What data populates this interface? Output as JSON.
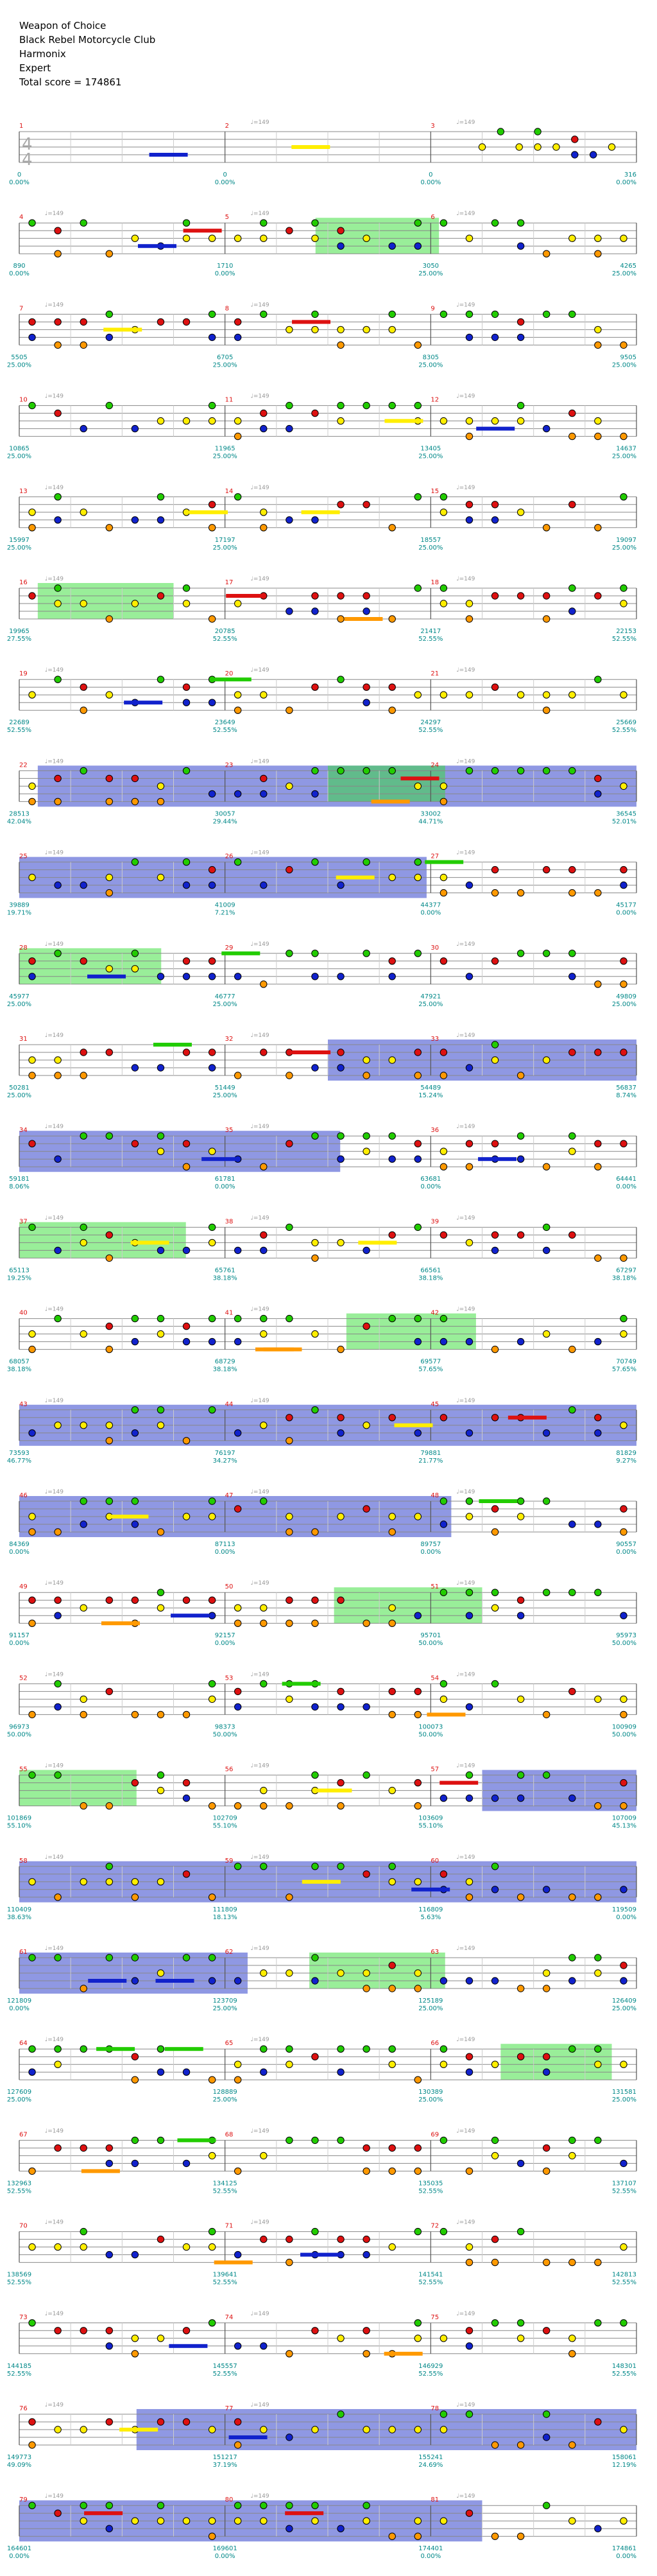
{
  "header": {
    "song": "Weapon of Choice",
    "artist": "Black Rebel Motorcycle Club",
    "game": "Harmonix",
    "difficulty": "Expert",
    "total_score": "Total score = 174861"
  },
  "time_signature": {
    "top": "4",
    "bottom": "4"
  },
  "tempo_label": "♩=149",
  "colors": {
    "green": "#22cc00",
    "red": "#dd1111",
    "yellow": "#ffee00",
    "blue": "#1122cc",
    "orange": "#ff9900",
    "overdrive": "#33dd33",
    "solo": "#3344cc",
    "fill": "#ff8888",
    "score": "#008888",
    "staff": "#888888"
  },
  "rows": [
    {
      "measures": [
        1,
        2,
        3
      ],
      "end": [
        0,
        0,
        0,
        316
      ],
      "pct": [
        "0.00%",
        "0.00%",
        "0.00%",
        "0.00%"
      ],
      "od": null,
      "solo": null
    },
    {
      "measures": [
        4,
        5,
        6
      ],
      "end": [
        890,
        1710,
        3050,
        4265
      ],
      "pct": [
        "0.00%",
        "0.00%",
        "25.00%",
        "25.00%"
      ],
      "od": [
        0.48,
        0.68
      ],
      "solo": null
    },
    {
      "measures": [
        7,
        8,
        9
      ],
      "end": [
        5505,
        6705,
        8305,
        9505
      ],
      "pct": [
        "25.00%",
        "25.00%",
        "25.00%",
        "25.00%"
      ],
      "od": null,
      "solo": null
    },
    {
      "measures": [
        10,
        11,
        12
      ],
      "end": [
        10865,
        11965,
        13405,
        14637
      ],
      "pct": [
        "25.00%",
        "25.00%",
        "25.00%",
        "25.00%"
      ],
      "od": null,
      "solo": null
    },
    {
      "measures": [
        13,
        14,
        15
      ],
      "end": [
        15997,
        17197,
        18557,
        19097
      ],
      "pct": [
        "25.00%",
        "25.00%",
        "25.00%",
        "25.00%"
      ],
      "od": null,
      "solo": null
    },
    {
      "measures": [
        16,
        17,
        18
      ],
      "end": [
        19965,
        20785,
        21417,
        22153
      ],
      "pct": [
        "27.55%",
        "52.55%",
        "52.55%",
        "52.55%"
      ],
      "od": [
        0.03,
        0.25
      ],
      "solo": null
    },
    {
      "measures": [
        19,
        20,
        21
      ],
      "end": [
        22689,
        23649,
        24297,
        25669
      ],
      "pct": [
        "52.55%",
        "52.55%",
        "52.55%",
        "52.55%"
      ],
      "od": null,
      "solo": null
    },
    {
      "measures": [
        22,
        23,
        24
      ],
      "end": [
        28513,
        30057,
        33002,
        36545
      ],
      "pct": [
        "42.04%",
        "29.44%",
        "44.71%",
        "52.01%"
      ],
      "od": [
        0.5,
        0.69
      ],
      "solo": [
        0.03,
        1.0
      ]
    },
    {
      "measures": [
        25,
        26,
        27
      ],
      "end": [
        39889,
        41009,
        44377,
        45177
      ],
      "pct": [
        "19.71%",
        "7.21%",
        "0.00%",
        "0.00%"
      ],
      "od": null,
      "solo": [
        0.0,
        0.66
      ]
    },
    {
      "measures": [
        28,
        29,
        30
      ],
      "end": [
        45977,
        46777,
        47921,
        49809
      ],
      "pct": [
        "25.00%",
        "25.00%",
        "25.00%",
        "25.00%"
      ],
      "od": [
        0.0,
        0.23
      ],
      "solo": null
    },
    {
      "measures": [
        31,
        32,
        33
      ],
      "end": [
        50281,
        51449,
        54489,
        56837
      ],
      "pct": [
        "25.00%",
        "25.00%",
        "15.24%",
        "8.74%"
      ],
      "od": null,
      "solo": [
        0.5,
        1.0
      ]
    },
    {
      "measures": [
        34,
        35,
        36
      ],
      "end": [
        59181,
        61781,
        63681,
        64441
      ],
      "pct": [
        "8.06%",
        "0.00%",
        "0.00%",
        "0.00%"
      ],
      "od": null,
      "solo": [
        0.0,
        0.52
      ]
    },
    {
      "measures": [
        37,
        38,
        39
      ],
      "end": [
        65113,
        65761,
        66561,
        67297
      ],
      "pct": [
        "19.25%",
        "38.18%",
        "38.18%",
        "38.18%"
      ],
      "od": [
        0.0,
        0.27
      ],
      "solo": null
    },
    {
      "measures": [
        40,
        41,
        42
      ],
      "end": [
        68057,
        68729,
        69577,
        70749
      ],
      "pct": [
        "38.18%",
        "38.18%",
        "57.65%",
        "57.65%"
      ],
      "od": [
        0.53,
        0.74
      ],
      "solo": null
    },
    {
      "measures": [
        43,
        44,
        45
      ],
      "end": [
        73593,
        76197,
        79881,
        81829
      ],
      "pct": [
        "46.77%",
        "34.27%",
        "21.77%",
        "9.27%"
      ],
      "od": null,
      "solo": [
        0.0,
        1.0
      ]
    },
    {
      "measures": [
        46,
        47,
        48
      ],
      "end": [
        84369,
        87113,
        89757,
        90557
      ],
      "pct": [
        "0.00%",
        "0.00%",
        "0.00%",
        "0.00%"
      ],
      "od": null,
      "solo": [
        0.0,
        0.7
      ]
    },
    {
      "measures": [
        49,
        50,
        51
      ],
      "end": [
        91157,
        92157,
        95701,
        95973
      ],
      "pct": [
        "0.00%",
        "0.00%",
        "50.00%",
        "50.00%"
      ],
      "od": [
        0.51,
        0.75
      ],
      "solo": null
    },
    {
      "measures": [
        52,
        53,
        54
      ],
      "end": [
        96973,
        98373,
        100073,
        100909
      ],
      "pct": [
        "50.00%",
        "50.00%",
        "50.00%",
        "50.00%"
      ],
      "od": null,
      "solo": null
    },
    {
      "measures": [
        55,
        56,
        57
      ],
      "end": [
        101869,
        102709,
        103609,
        107009
      ],
      "pct": [
        "55.10%",
        "55.10%",
        "55.10%",
        "45.13%"
      ],
      "od": [
        0.0,
        0.19
      ],
      "solo": [
        0.75,
        1.0
      ]
    },
    {
      "measures": [
        58,
        59,
        60
      ],
      "end": [
        110409,
        111809,
        116809,
        119509
      ],
      "pct": [
        "38.63%",
        "18.13%",
        "5.63%",
        "0.00%"
      ],
      "od": null,
      "solo": [
        0.0,
        1.0
      ]
    },
    {
      "measures": [
        61,
        62,
        63
      ],
      "end": [
        121809,
        123709,
        125189,
        126409
      ],
      "pct": [
        "0.00%",
        "25.00%",
        "25.00%",
        "25.00%"
      ],
      "od": [
        0.47,
        0.69
      ],
      "solo": [
        0.0,
        0.37
      ]
    },
    {
      "measures": [
        64,
        65,
        66
      ],
      "end": [
        127609,
        128889,
        130389,
        131581
      ],
      "pct": [
        "25.00%",
        "25.00%",
        "25.00%",
        "25.00%"
      ],
      "od": [
        0.78,
        0.96
      ],
      "solo": null
    },
    {
      "measures": [
        67,
        68,
        69
      ],
      "end": [
        132963,
        134125,
        135035,
        137107
      ],
      "pct": [
        "52.55%",
        "52.55%",
        "52.55%",
        "52.55%"
      ],
      "od": null,
      "solo": null
    },
    {
      "measures": [
        70,
        71,
        72
      ],
      "end": [
        138569,
        139641,
        141541,
        142813
      ],
      "pct": [
        "52.55%",
        "52.55%",
        "52.55%",
        "52.55%"
      ],
      "od": null,
      "solo": null
    },
    {
      "measures": [
        73,
        74,
        75
      ],
      "end": [
        144185,
        145557,
        146929,
        148301
      ],
      "pct": [
        "52.55%",
        "52.55%",
        "52.55%",
        "52.55%"
      ],
      "od": null,
      "solo": null
    },
    {
      "measures": [
        76,
        77,
        78
      ],
      "end": [
        149773,
        151217,
        155241,
        158061
      ],
      "pct": [
        "49.09%",
        "37.19%",
        "24.69%",
        "12.19%"
      ],
      "od": null,
      "solo": [
        0.19,
        1.0
      ]
    },
    {
      "measures": [
        79,
        80,
        81
      ],
      "end": [
        164601,
        169601,
        174401,
        174861
      ],
      "pct": [
        "0.00%",
        "0.00%",
        "0.00%",
        "0.00%"
      ],
      "od": null,
      "solo": [
        0.0,
        0.75
      ]
    }
  ]
}
